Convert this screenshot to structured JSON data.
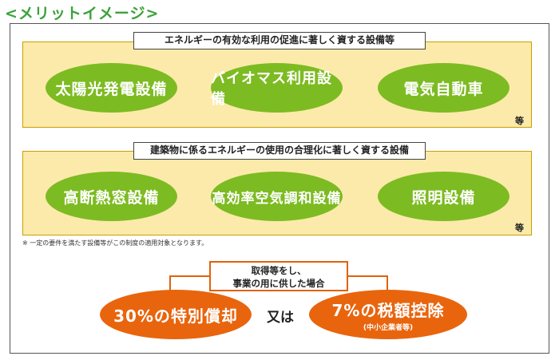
{
  "heading": "<メリットイメージ>",
  "panel1": {
    "title": "エネルギーの有効な利用の促進に著しく資する設備等",
    "items": [
      "太陽光発電設備",
      "バイオマス利用設備",
      "電気自動車"
    ],
    "etc": "等"
  },
  "panel2": {
    "title": "建築物に係るエネルギーの使用の合理化に著しく資する設備",
    "items": [
      "高断熱窓設備",
      "高効率空気調和設備",
      "照明設備"
    ],
    "etc": "等"
  },
  "note": "※ 一定の要件を満たす設備等がこの制度の適用対象となります。",
  "condition": {
    "line1": "取得等をし、",
    "line2": "事業の用に供した場合"
  },
  "benefit_left": "30%の特別償却",
  "or_word": "又は",
  "benefit_right": {
    "main": "7%の税額控除",
    "sub": "(中小企業者等)"
  },
  "colors": {
    "heading": "#3aa33a",
    "panel": "#fbeaaa",
    "green_oval": "#7dbb22",
    "orange": "#e8650e"
  }
}
